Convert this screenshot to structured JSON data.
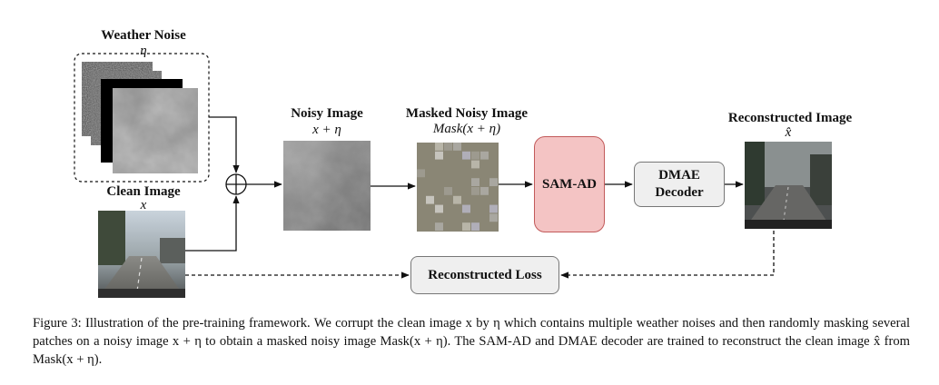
{
  "weather_noise": {
    "title": "Weather Noise",
    "symbol": "η"
  },
  "clean_image": {
    "title": "Clean Image",
    "symbol": "x"
  },
  "noisy_image": {
    "title": "Noisy Image",
    "symbol": "x + η"
  },
  "masked_noisy_image": {
    "title": "Masked Noisy Image",
    "symbol": "Mask(x + η)"
  },
  "sam_ad": {
    "label": "SAM-AD"
  },
  "dmae_decoder": {
    "line1": "DMAE",
    "line2": "Decoder"
  },
  "reconstructed_image": {
    "title": "Reconstructed Image",
    "symbol": "x̂"
  },
  "reconstructed_loss": {
    "label": "Reconstructed Loss"
  },
  "caption": "Figure 3: Illustration of the pre-training framework. We corrupt the clean image x by η which contains multiple weather noises and then randomly masking several patches on a noisy image x + η to obtain a masked noisy image Mask(x + η). The SAM-AD and DMAE decoder are trained to reconstruct the clean image x̂ from Mask(x + η).",
  "colors": {
    "sam_ad_fill": "#f4c4c4",
    "sam_ad_border": "#c25a5a",
    "box_fill": "#efefef"
  }
}
